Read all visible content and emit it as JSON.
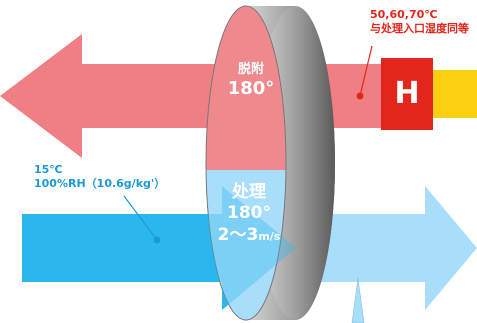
{
  "heater_conditions": [
    "50,60,70℃",
    "与处理入口湿度同等"
  ],
  "heater_label": "H",
  "inlet_air": [
    "15℃",
    "100%RH（10.6g/kg'）"
  ],
  "desorption_zone": {
    "name": "脱附",
    "temp": "180°"
  },
  "process_zone": {
    "name": "处理",
    "temp": "180°",
    "speed": "2～3",
    "speed_unit": "m/s"
  },
  "colors": {
    "regen_arrow": "#f07f83",
    "process_arrow": "#2bb7ee",
    "outlet_arrow": "#a8defa",
    "heater": "#e3261c",
    "hot_pipe": "#fcd012",
    "rotor_upper": "#f0898d",
    "rotor_lower": "#a8defa",
    "rotor_rim": "#8a8a8a",
    "callout": "#1c9ad6"
  }
}
